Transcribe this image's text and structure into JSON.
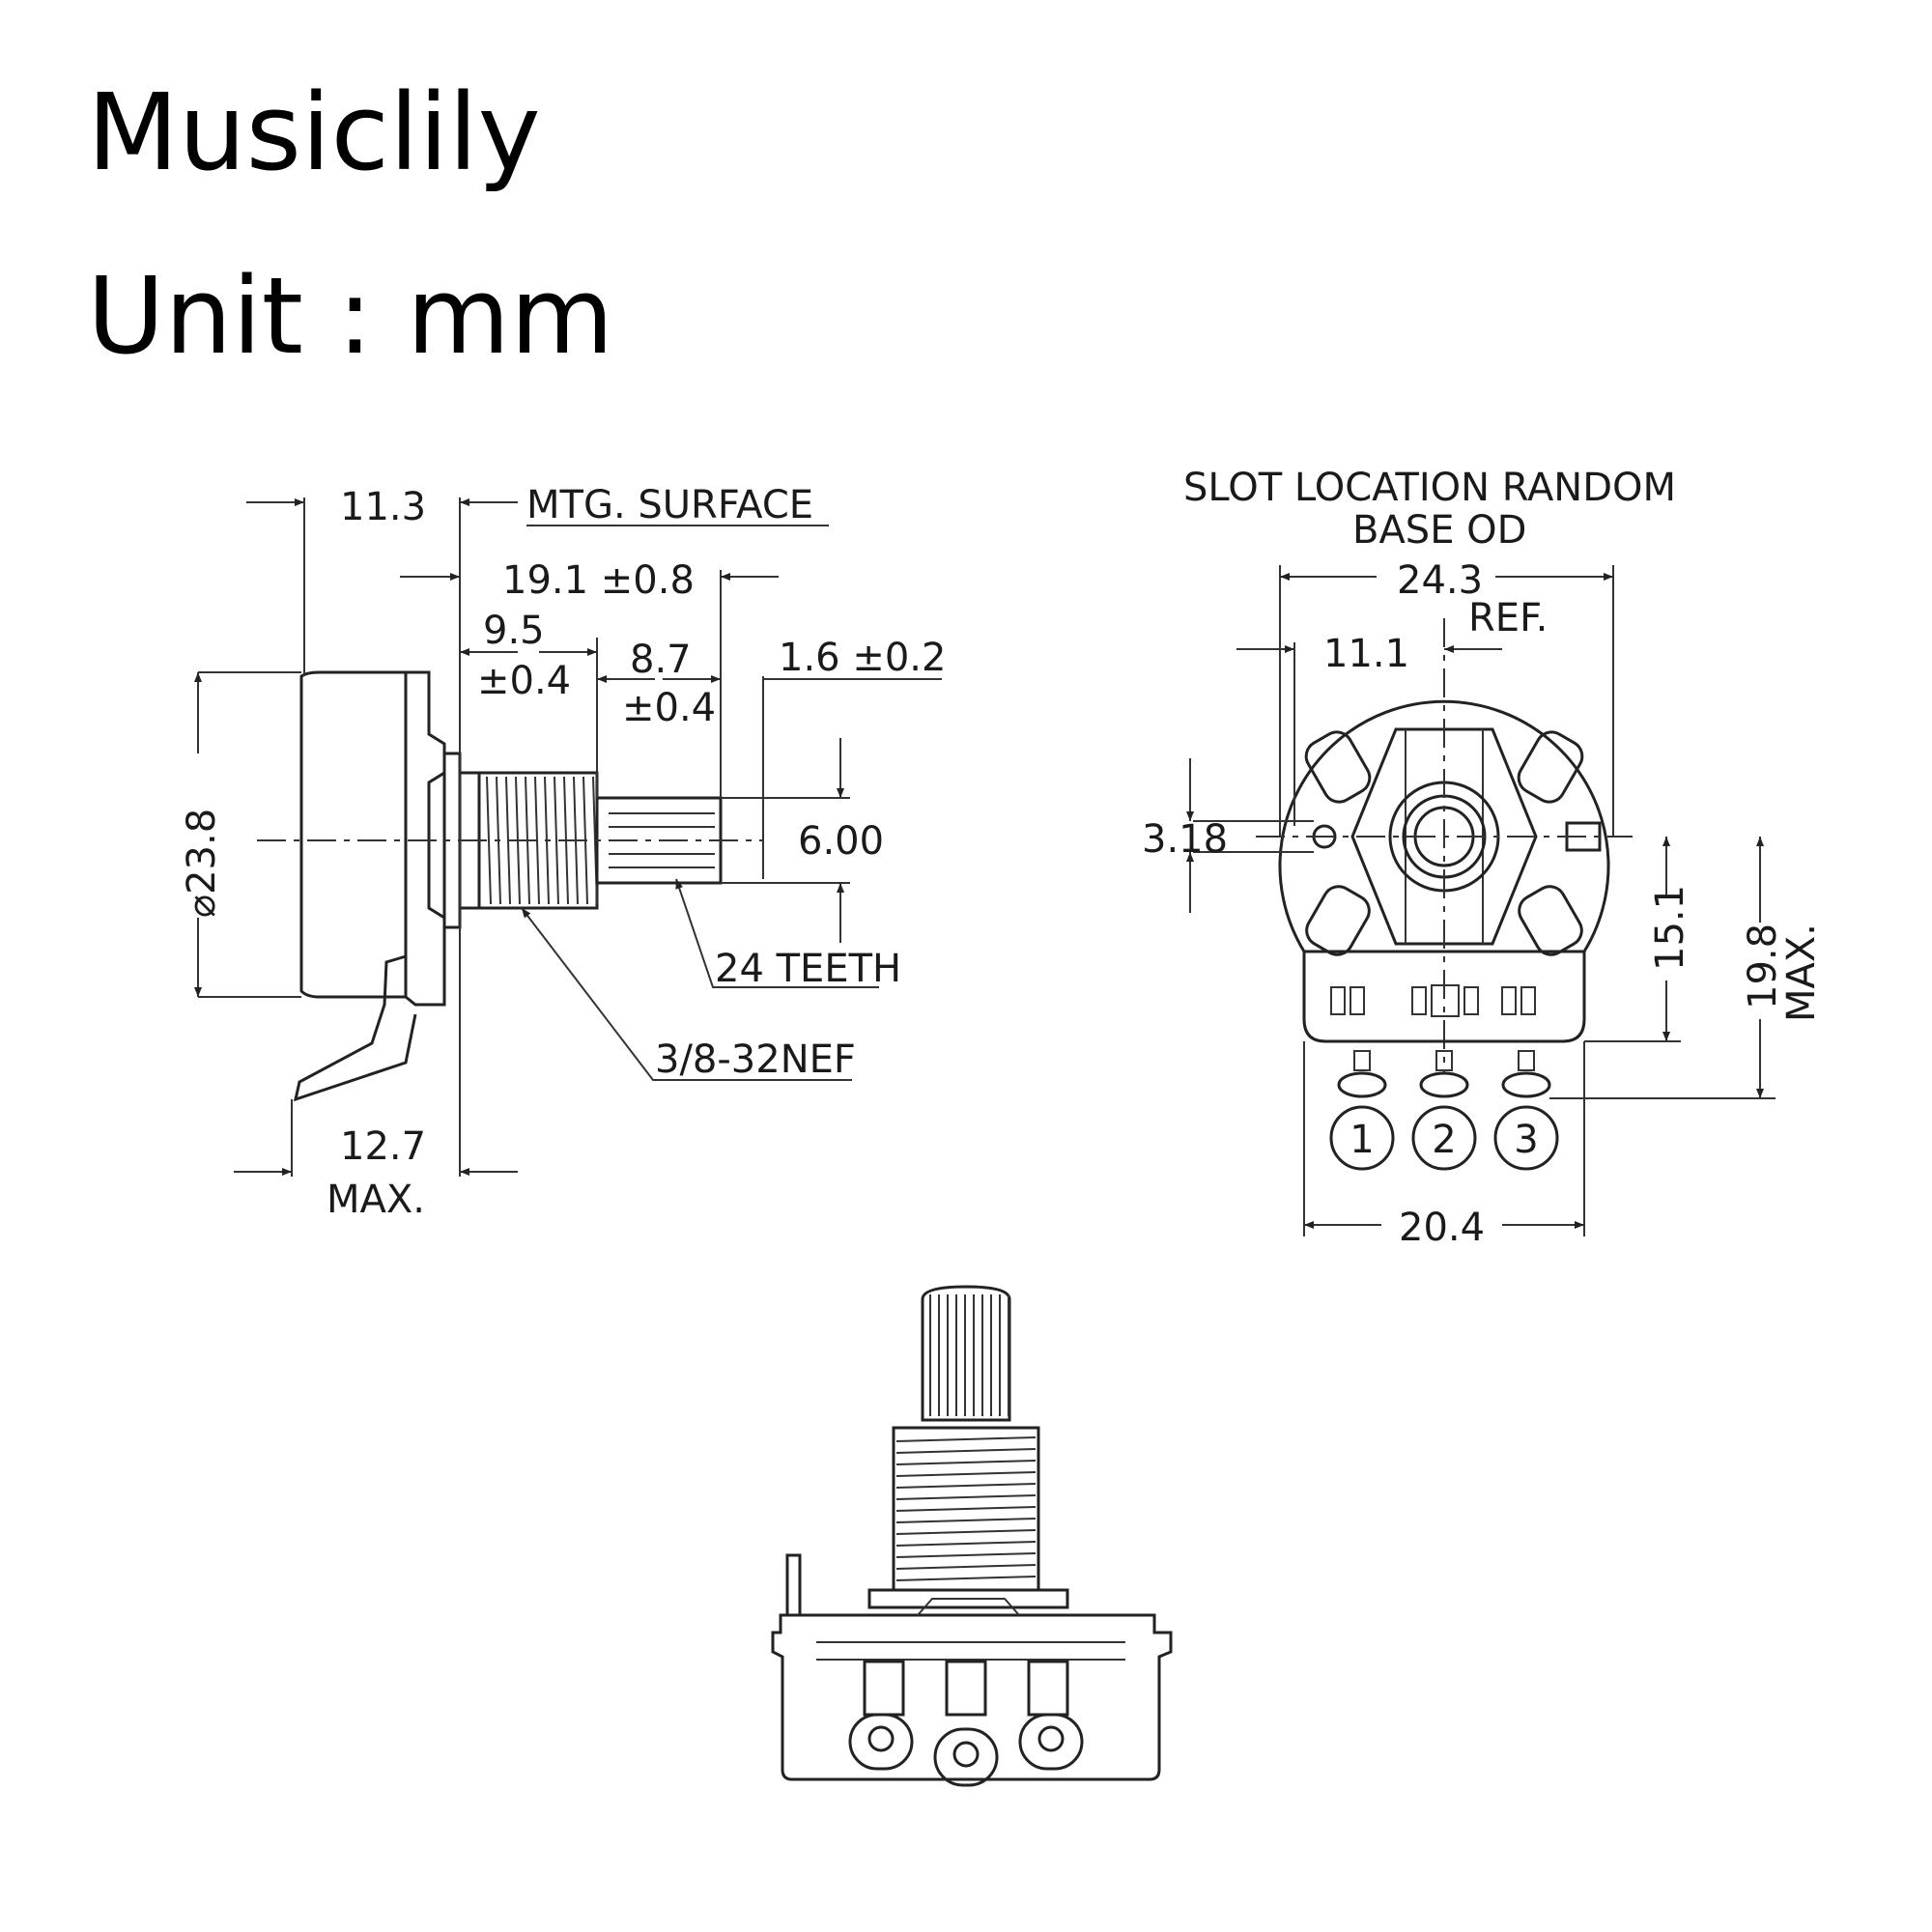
{
  "header": {
    "brand": "Musiclily",
    "unit_label": "Unit : mm"
  },
  "side_view": {
    "dim_11_3": "11.3",
    "mtg_surface": "MTG. SURFACE",
    "dim_19_1": "19.1 ±0.8",
    "dim_9_5": "9.5",
    "dim_9_5_tol": "±0.4",
    "dim_8_7": "8.7",
    "dim_8_7_tol": "±0.4",
    "dim_1_6": "1.6 ±0.2",
    "dim_diameter": "⌀23.8",
    "dim_6_00": "6.00",
    "teeth": "24 TEETH",
    "thread": "3/8-32NEF",
    "dim_12_7": "12.7",
    "dim_12_7_max": "MAX."
  },
  "front_view": {
    "slot_note": "SLOT LOCATION RANDOM",
    "base_od": "BASE OD",
    "dim_24_3": "24.3",
    "ref": "REF.",
    "dim_11_1": "11.1",
    "dim_3_18": "3.18",
    "dim_15_1": "15.1",
    "dim_19_8": "19.8",
    "dim_19_8_max": "MAX.",
    "dim_20_4": "20.4",
    "terminals": [
      "1",
      "2",
      "3"
    ]
  }
}
